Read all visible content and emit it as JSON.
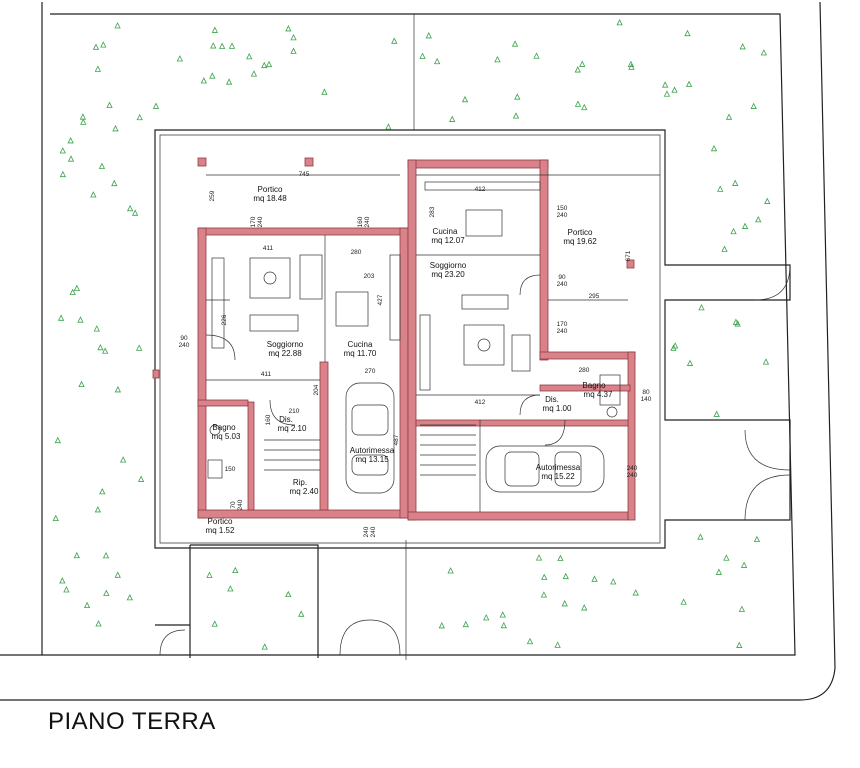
{
  "drawing": {
    "title": "PIANO TERRA",
    "wall_color": "#d9828a",
    "grass_color": "#3aa34a"
  },
  "rooms": {
    "portico_top": {
      "name": "Portico",
      "area": "mq 18.48"
    },
    "portico_right": {
      "name": "Portico",
      "area": "mq 19.62"
    },
    "cucina_right": {
      "name": "Cucina",
      "area": "mq 12.07"
    },
    "soggiorno_right": {
      "name": "Soggiorno",
      "area": "mq 23.20"
    },
    "soggiorno_left": {
      "name": "Soggiorno",
      "area": "mq 22.88"
    },
    "cucina_left": {
      "name": "Cucina",
      "area": "mq 11.70"
    },
    "bagno_left": {
      "name": "Bagno",
      "area": "mq 5.03"
    },
    "dis_left": {
      "name": "Dis.",
      "area": "mq 2.10"
    },
    "rip": {
      "name": "Rip.",
      "area": "mq 2.40"
    },
    "autorimessa_left": {
      "name": "Autorimessa",
      "area": "mq 13.15"
    },
    "autorimessa_right": {
      "name": "Autorimessa",
      "area": "mq 15.22"
    },
    "dis_right": {
      "name": "Dis.",
      "area": "mq 1.00"
    },
    "bagno_right": {
      "name": "Bagno",
      "area": "mq 4.37"
    },
    "portico_small": {
      "name": "Portico",
      "area": "mq 1.52"
    }
  },
  "dimensions": {
    "d745": "745",
    "d259": "259",
    "d170_240_a": "170\n240",
    "d160_240": "160\n240",
    "d411_top": "411",
    "d280": "280",
    "d412_top": "412",
    "d283": "283",
    "d150_240": "150\n240",
    "d671": "671",
    "d90_240_right": "90\n240",
    "d295": "295",
    "d170_240_b": "170\n240",
    "d203": "203",
    "d427": "427",
    "d226": "226",
    "d90_240_left": "90\n240",
    "d411_bottom": "411",
    "d270": "270",
    "d412_bottom": "412",
    "d280_bagno": "280",
    "d80_140": "80\n140",
    "d210": "210",
    "d487": "487",
    "d240_240_right": "240\n240",
    "d70_240": "70\n240",
    "d240_240_bottom": "240\n240",
    "d204": "204",
    "d150_small": "150",
    "d160_small": "160"
  }
}
